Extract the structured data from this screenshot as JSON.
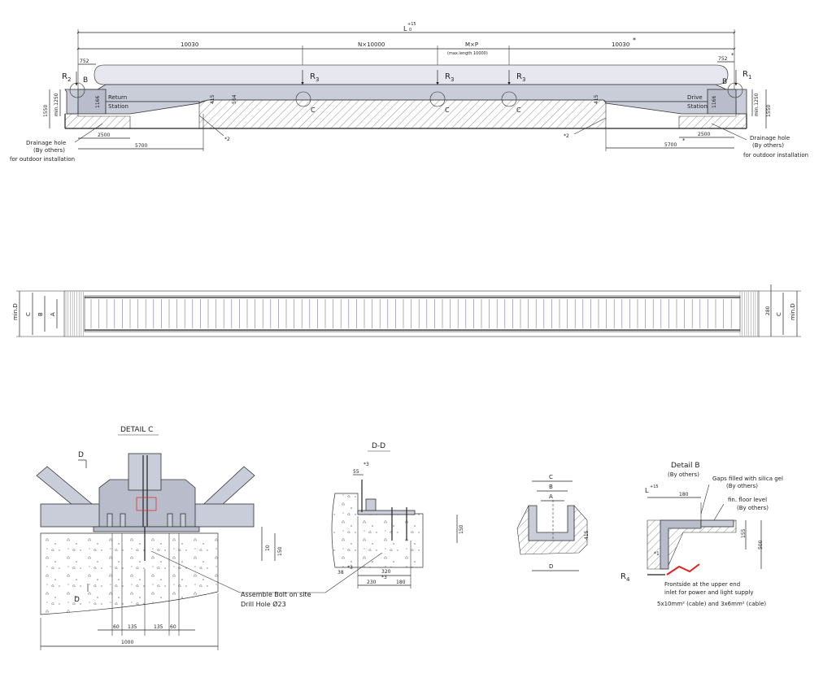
{
  "top_view": {
    "overall_length": "L",
    "overall_tolerance": "+15",
    "overall_tolerance_minus": "0",
    "seg_left": "10030",
    "seg_mid1": "N×10000",
    "seg_mid2": "M×P",
    "seg_mid2_note": "(max.length 10000)",
    "seg_right": "10030",
    "star": "*",
    "dim_752_left": "752",
    "dim_752_right": "752",
    "r2": "R",
    "r2_sub": "2",
    "r1": "R",
    "r1_sub": "1",
    "r3": "R",
    "r3_sub": "3",
    "label_b": "B",
    "label_c": "C",
    "return_station_1": "Return",
    "return_station_2": "Station",
    "drive_station_1": "Drive",
    "drive_station_2": "Station",
    "dim_1550": "1550",
    "dim_min1250": "min.1250",
    "dim_1166": "1166",
    "dim_415": "415",
    "dim_564": "564",
    "dim_2500": "2500",
    "dim_5700": "5700",
    "note_2": "*2",
    "drainage_1": "Drainage hole",
    "drainage_2": "(By others)",
    "drainage_3": "for outdoor installation"
  },
  "plan_view": {
    "min_d": "min.D",
    "c": "C",
    "b": "B",
    "a": "A",
    "dim_280": "280"
  },
  "detail_c": {
    "title": "DETAIL C",
    "label_d": "D",
    "dim_10": "10",
    "dim_150": "150",
    "dim_60a": "60",
    "dim_135a": "135",
    "dim_135b": "135",
    "dim_60b": "60",
    "dim_1000": "1000"
  },
  "section_dd": {
    "title": "D-D",
    "dim_55": "55",
    "note_3": "*3",
    "dim_38": "38",
    "dim_320": "320",
    "dim_230": "230",
    "dim_180": "180",
    "dim_150": "150",
    "bolt_1": "Assemble Bolt on site",
    "bolt_2": "Drill Hole Ø23"
  },
  "section_pit": {
    "c": "C",
    "b": "B",
    "a": "A",
    "d": "D",
    "dim_415": "415"
  },
  "detail_b": {
    "title": "Detail B",
    "subtitle": "(By others)",
    "dim_l": "L",
    "dim_l_tol": "+15",
    "dim_180": "180",
    "gaps_1": "Gaps filled with silica gel",
    "gaps_2": "(By others)",
    "floor_1": "fin. floor level",
    "floor_2": "(By others)",
    "dim_155": "155",
    "dim_500": "500",
    "note_1": "*1",
    "r4": "R",
    "r4_sub": "4",
    "front_1": "Frontside at the upper end",
    "front_2": "inlet for power and light supply",
    "cable": "5x10mm² (cable) and 3x6mm² (cable)"
  }
}
